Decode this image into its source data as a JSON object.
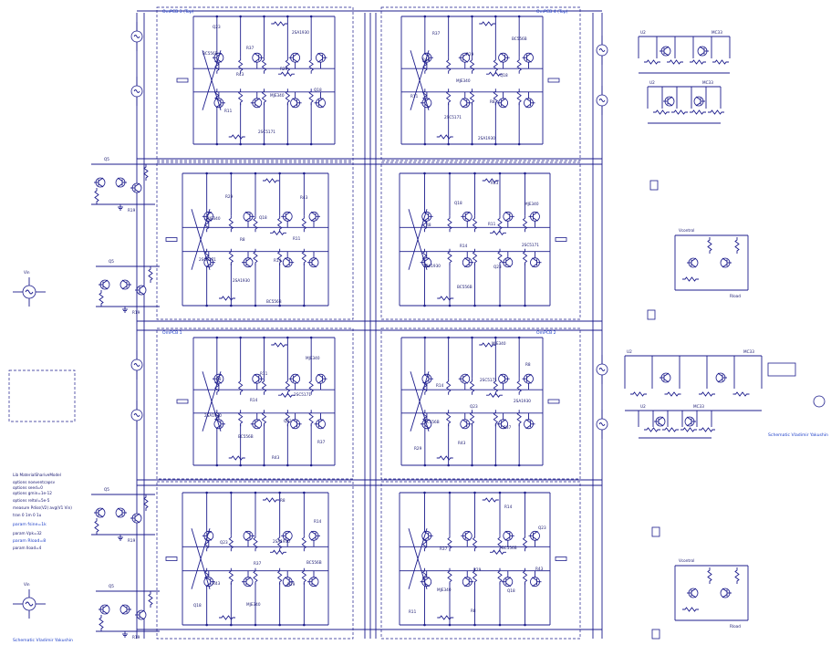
{
  "pcb_labels": [
    "OmPCB 3 (Top)",
    "OmPCB 4 (Top)",
    "OmPCB 1",
    "OmPCB 2"
  ],
  "side_notes": [
    "Lib MaterialShariveModel",
    "options noeventcapsv",
    "options seed=0",
    "options gmin=1e-12",
    "options reltol=5e-5",
    "measure Pdiss(V2) avg(V1 Vin)",
    "tran 0 1m 0 1u",
    "param fsine=1k",
    "param Vpk=32",
    "param Rload=8",
    "param Iload=4"
  ],
  "bottom_note": "Schematic Vladimir Yakushin",
  "right_note": "Schematic Vladimir Yakushin",
  "colors": {
    "wire": "#1c1c8c",
    "label": "#1a3cc8",
    "background": "#ffffff"
  }
}
